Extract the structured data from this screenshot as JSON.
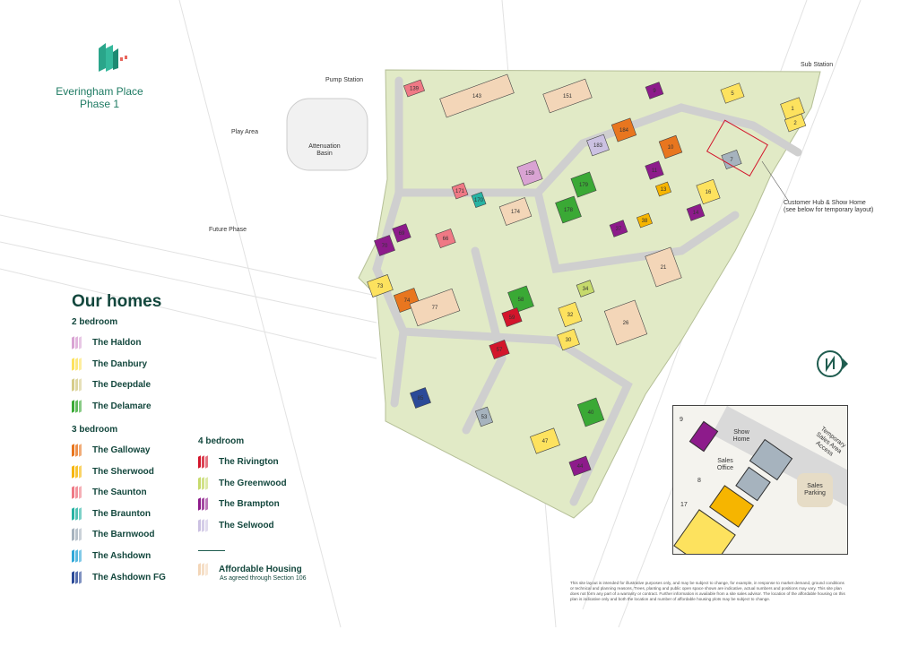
{
  "header": {
    "development": "Everingham Place",
    "phase": "Phase 1"
  },
  "legend": {
    "title": "Our homes",
    "sections": [
      {
        "heading": "2 bedroom",
        "items": [
          {
            "name": "The Haldon",
            "color": "#d9a3d3"
          },
          {
            "name": "The Danbury",
            "color": "#fde25e"
          },
          {
            "name": "The Deepdale",
            "color": "#d6cc8a"
          },
          {
            "name": "The Delamare",
            "color": "#3aa935"
          }
        ]
      },
      {
        "heading": "3 bedroom",
        "items": [
          {
            "name": "The Galloway",
            "color": "#e8761f"
          },
          {
            "name": "The Sherwood",
            "color": "#f6b500"
          },
          {
            "name": "The Saunton",
            "color": "#ef7985"
          },
          {
            "name": "The Braunton",
            "color": "#27b3a3"
          },
          {
            "name": "The Barnwood",
            "color": "#a6b3be"
          },
          {
            "name": "The Ashdown",
            "color": "#2fa7d8"
          },
          {
            "name": "The Ashdown FG",
            "color": "#2b4a98"
          }
        ]
      },
      {
        "heading": "4 bedroom",
        "items": [
          {
            "name": "The Rivington",
            "color": "#d3152b"
          },
          {
            "name": "The Greenwood",
            "color": "#c6da6c"
          },
          {
            "name": "The Brampton",
            "color": "#8d1b8b"
          },
          {
            "name": "The Selwood",
            "color": "#cbc1e2"
          }
        ]
      }
    ],
    "affordable": {
      "name": "Affordable Housing",
      "note": "As agreed through Section 106",
      "color": "#f3d6b8"
    }
  },
  "map_labels": {
    "pump_station": "Pump Station",
    "play_area": "Play Area",
    "attenuation_basin": "Attenuation Basin",
    "future_phase": "Future Phase",
    "sub_station": "Sub Station",
    "customer_hub": "Customer Hub & Show Home",
    "customer_hub_note": "(see below for temporary layout)"
  },
  "plots": [
    {
      "n": "139",
      "t": "The Saunton"
    },
    {
      "n": "1",
      "t": "The Danbury"
    },
    {
      "n": "2",
      "t": "The Danbury"
    },
    {
      "n": "5",
      "t": "The Danbury"
    },
    {
      "n": "7",
      "t": "The Barnwood"
    },
    {
      "n": "9",
      "t": "The Brampton"
    },
    {
      "n": "10",
      "t": "The Galloway"
    },
    {
      "n": "11",
      "t": "The Brampton"
    },
    {
      "n": "13",
      "t": "The Sherwood"
    },
    {
      "n": "14",
      "t": "The Brampton"
    },
    {
      "n": "16",
      "t": "The Danbury"
    },
    {
      "n": "183",
      "t": "The Selwood"
    },
    {
      "n": "184",
      "t": "The Galloway"
    },
    {
      "n": "178",
      "t": "The Delamare"
    },
    {
      "n": "179",
      "t": "The Delamare"
    },
    {
      "n": "159",
      "t": "The Haldon"
    },
    {
      "n": "171",
      "t": "The Saunton"
    },
    {
      "n": "170",
      "t": "The Braunton"
    },
    {
      "n": "69",
      "t": "The Brampton"
    },
    {
      "n": "70",
      "t": "The Brampton"
    },
    {
      "n": "73",
      "t": "The Danbury"
    },
    {
      "n": "74",
      "t": "The Galloway"
    },
    {
      "n": "58",
      "t": "The Delamare"
    },
    {
      "n": "59",
      "t": "The Rivington"
    },
    {
      "n": "57",
      "t": "The Rivington"
    },
    {
      "n": "85",
      "t": "The Ashdown FG"
    },
    {
      "n": "38",
      "t": "The Sherwood"
    },
    {
      "n": "37",
      "t": "The Brampton"
    },
    {
      "n": "32",
      "t": "The Danbury"
    },
    {
      "n": "30",
      "t": "The Danbury"
    },
    {
      "n": "40",
      "t": "The Delamare"
    },
    {
      "n": "44",
      "t": "The Brampton"
    },
    {
      "n": "47",
      "t": "The Danbury"
    },
    {
      "n": "66",
      "t": "The Saunton"
    },
    {
      "n": "53",
      "t": "The Barnwood"
    },
    {
      "n": "34",
      "t": "The Greenwood"
    },
    {
      "n": "143",
      "t": "Affordable Housing"
    },
    {
      "n": "151",
      "t": "Affordable Housing"
    },
    {
      "n": "174",
      "t": "Affordable Housing"
    },
    {
      "n": "26",
      "t": "Affordable Housing"
    },
    {
      "n": "21",
      "t": "Affordable Housing"
    },
    {
      "n": "77",
      "t": "Affordable Housing"
    }
  ],
  "inset": {
    "plot_9": "9",
    "plot_8": "8",
    "plot_17": "17",
    "show_home": "Show Home",
    "sales_office": "Sales Office",
    "sales_parking": "Sales Parking",
    "temp_access": "Temporary Sales Area Access"
  },
  "disclaimer": "This site layout is intended for illustrative purposes only, and may be subject to change, for example, in response to market demand, ground conditions or technical and planning reasons. Trees, planting and public open space shown are indicative, actual numbers and positions may vary. This site plan does not form any part of a warranty or contract. Further information is available from a site sales advisor. The location of the affordable housing on this plan is indicative only and both the location and number of affordable housing plots may be subject to change."
}
